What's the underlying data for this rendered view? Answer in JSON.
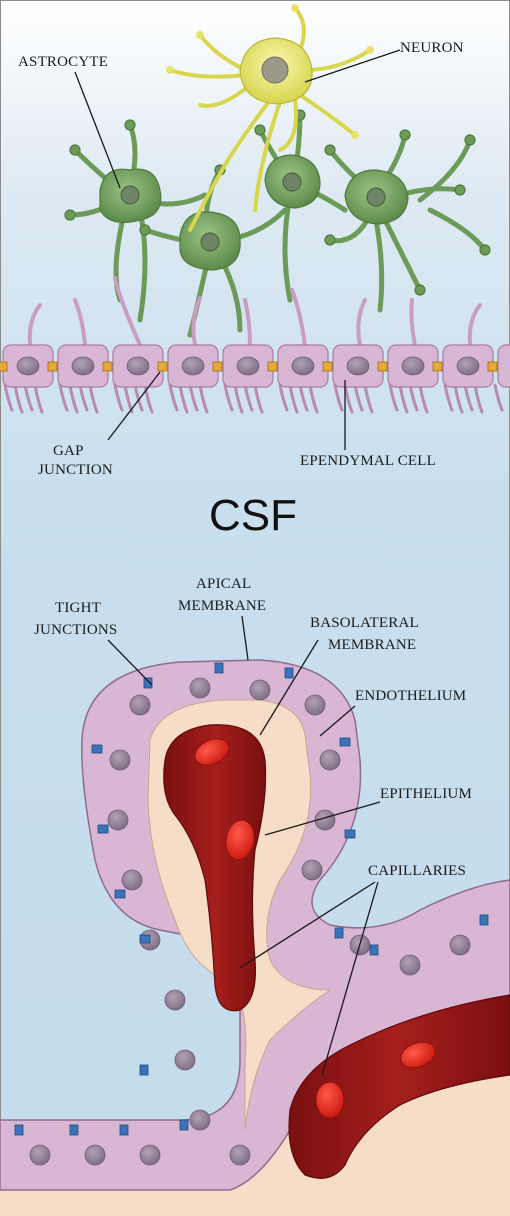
{
  "labels": {
    "astrocyte": "ASTROCYTE",
    "neuron": "NEURON",
    "gap_junction_l1": "GAP",
    "gap_junction_l2": "JUNCTION",
    "ependymal_cell": "EPENDYMAL CELL",
    "csf": "CSF",
    "tight_junctions_l1": "TIGHT",
    "tight_junctions_l2": "JUNCTIONS",
    "apical_membrane_l1": "APICAL",
    "apical_membrane_l2": "MEMBRANE",
    "basolateral_membrane_l1": "BASOLATERAL",
    "basolateral_membrane_l2": "MEMBRANE",
    "endothelium": "ENDOTHELIUM",
    "epithelium": "EPITHELIUM",
    "capillaries": "CAPILLARIES"
  },
  "colors": {
    "background_top": "#eaf2f8",
    "background_csf": "#c9dfee",
    "neuron": "#e8e56a",
    "astrocyte": "#6f9c5a",
    "ependymal": "#d9b7d4",
    "gap_junction": "#e7a93a",
    "tight_junction": "#3a73b8",
    "stroma": "#f6ddc8",
    "blood": "#9e1b1b",
    "red_cell": "#e5342c"
  },
  "icons": [
    "neuron-icon",
    "astrocyte-icon",
    "ependymal-cell-icon",
    "capillary-icon",
    "red-blood-cell-icon"
  ]
}
